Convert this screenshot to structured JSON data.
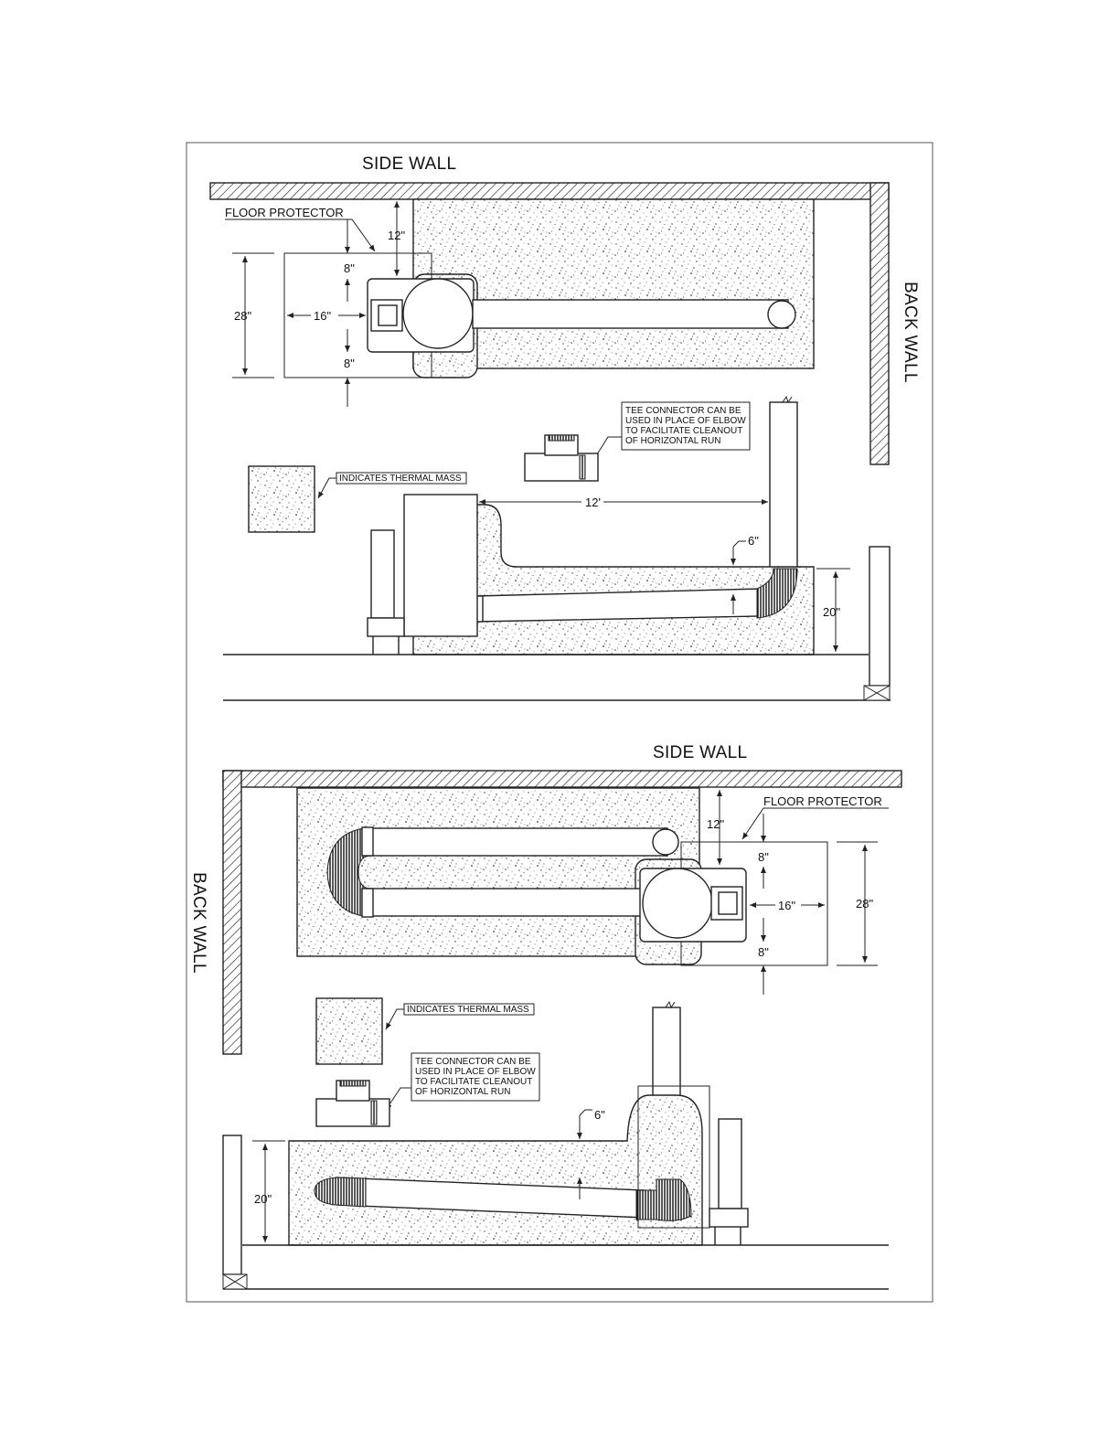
{
  "top_plan": {
    "side_wall": "SIDE WALL",
    "back_wall": "BACK WALL",
    "floor_protector": "FLOOR PROTECTOR",
    "dim_clearance": "12\"",
    "dim_front": "8\"",
    "dim_rear": "8\"",
    "dim_width": "16\"",
    "dim_depth": "28\""
  },
  "top_elevation": {
    "tee_note": [
      "TEE CONNECTOR CAN BE",
      "USED IN PLACE OF ELBOW",
      "TO FACILITATE CLEANOUT",
      "OF HORIZONTAL RUN"
    ],
    "legend": "INDICATES THERMAL MASS",
    "dim_run": "12'",
    "dim_cover": "6\"",
    "dim_height": "20\""
  },
  "bottom_plan": {
    "side_wall": "SIDE WALL",
    "back_wall": "BACK WALL",
    "floor_protector": "FLOOR PROTECTOR",
    "dim_clearance": "12\"",
    "dim_front": "8\"",
    "dim_rear": "8\"",
    "dim_width": "16\"",
    "dim_depth": "28\""
  },
  "bottom_elevation": {
    "legend": "INDICATES THERMAL MASS",
    "tee_note": [
      "TEE CONNECTOR CAN BE",
      "USED IN PLACE OF ELBOW",
      "TO FACILITATE CLEANOUT",
      "OF HORIZONTAL RUN"
    ],
    "dim_cover": "6\"",
    "dim_height": "20\""
  }
}
